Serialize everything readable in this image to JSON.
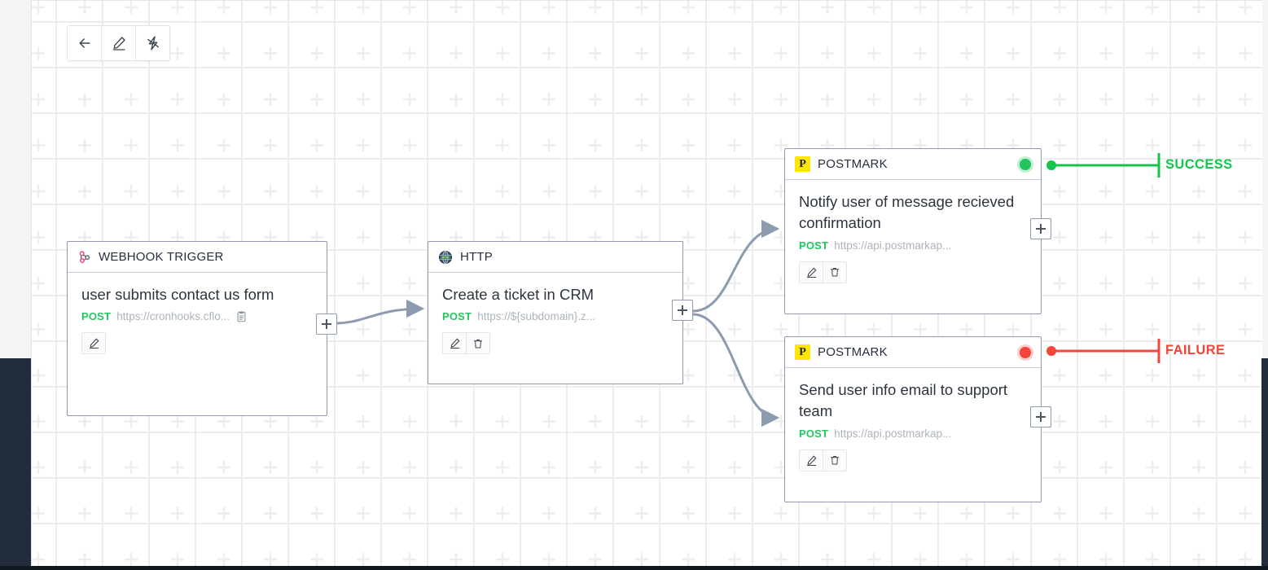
{
  "toolbar": {
    "buttons": [
      {
        "name": "back-button",
        "icon": "arrow-left-icon"
      },
      {
        "name": "edit-button",
        "icon": "pencil-icon"
      },
      {
        "name": "lightning-button",
        "icon": "lightning-bolt-icon"
      }
    ]
  },
  "canvas": {
    "grid_color": "#ececed",
    "background": "#ffffff"
  },
  "colors": {
    "method_green": "#22c55e",
    "success_green": "#14c44b",
    "failure_red": "#f5443a",
    "node_border": "#8f9aad",
    "edge": "#8d9bb0",
    "postmark_yellow": "#ffe600",
    "webhook_pink": "#e8437f",
    "dark_panel": "#222c3c"
  },
  "nodes": [
    {
      "id": "webhook-trigger",
      "header": "WEBHOOK TRIGGER",
      "icon": "webhook-icon",
      "title": "user submits contact us form",
      "method": "POST",
      "url": "https://cronhooks.cflo...",
      "has_copy": true,
      "actions": [
        "edit-icon"
      ],
      "status": null
    },
    {
      "id": "http",
      "header": "HTTP",
      "icon": "globe-icon",
      "title": "Create a ticket in CRM",
      "method": "POST",
      "url": "https://${subdomain}.z...",
      "has_copy": false,
      "actions": [
        "edit-icon",
        "trash-icon"
      ],
      "status": null
    },
    {
      "id": "postmark-success",
      "header": "POSTMARK",
      "icon": "postmark-icon",
      "badge_letter": "P",
      "title": "Notify user of message recieved confirmation",
      "method": "POST",
      "url": "https://api.postmarkap...",
      "has_copy": false,
      "actions": [
        "edit-icon",
        "trash-icon"
      ],
      "status": "success"
    },
    {
      "id": "postmark-failure",
      "header": "POSTMARK",
      "icon": "postmark-icon",
      "badge_letter": "P",
      "title": "Send user info email to support team",
      "method": "POST",
      "url": "https://api.postmarkap...",
      "has_copy": false,
      "actions": [
        "edit-icon",
        "trash-icon"
      ],
      "status": "failure"
    }
  ],
  "outcomes": [
    {
      "id": "success",
      "label": "SUCCESS",
      "color": "#14c44b"
    },
    {
      "id": "failure",
      "label": "FAILURE",
      "color": "#f5443a"
    }
  ]
}
